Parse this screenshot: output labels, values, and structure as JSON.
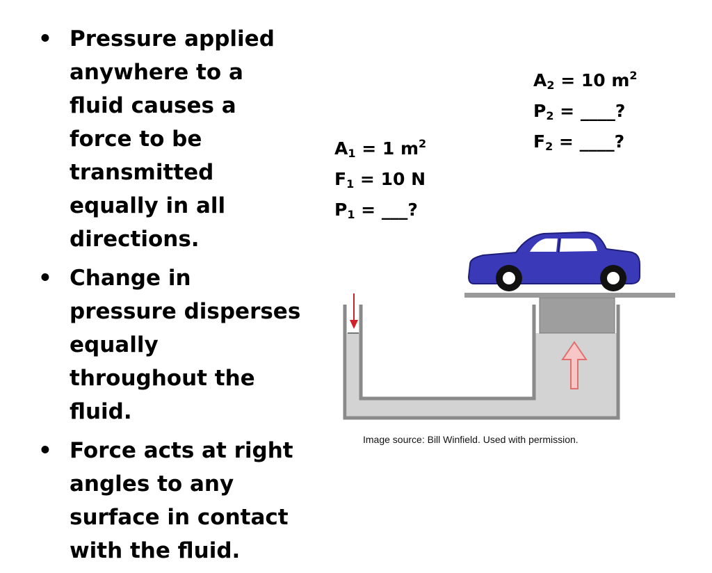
{
  "bullets": [
    {
      "symbol": "•",
      "text": "Pressure applied anywhere to a fluid causes a force to be transmitted equally in all directions."
    },
    {
      "symbol": "•",
      "text": "Change in pressure disperses equally throughout the fluid."
    },
    {
      "symbol": "•",
      "text": "Force acts at right angles to any surface in contact with the fluid."
    }
  ],
  "small_piston_labels": {
    "area": {
      "sym": "A",
      "sub": "1",
      "text": " = 1 m",
      "sup": "2"
    },
    "force": {
      "sym": "F",
      "sub": "1",
      "text": " = 10 N"
    },
    "pressure": {
      "sym": "P",
      "sub": "1",
      "text": " = ___?"
    }
  },
  "large_piston_labels": {
    "area": {
      "sym": "A",
      "sub": "2",
      "text": " = 10 m",
      "sup": "2"
    },
    "pressure": {
      "sym": "P",
      "sub": "2",
      "text": " = ____?"
    },
    "force": {
      "sym": "F",
      "sub": "2",
      "text": " = ____?"
    }
  },
  "caption": "Image source: Bill Winfield. Used with permission.",
  "colors": {
    "car_body": "#3a3ab8",
    "fluid": "#d3d3d3",
    "walls": "#8a8a8a",
    "piston": "#9e9e9e",
    "down_arrow": "#d0202a",
    "up_arrow": "#f7c6c6",
    "up_arrow_stroke": "#e07070"
  }
}
